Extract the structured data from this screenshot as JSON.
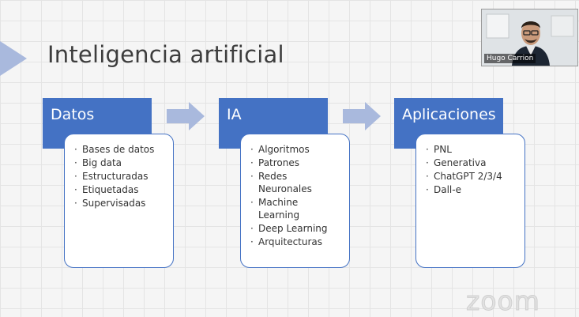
{
  "slide": {
    "title": "Inteligencia artificial",
    "columns": [
      {
        "header": "Datos",
        "items": [
          "Bases de datos",
          "Big data",
          "Estructuradas",
          "Etiquetadas",
          "Supervisadas"
        ]
      },
      {
        "header": "IA",
        "items": [
          "Algoritmos",
          "Patrones",
          "Redes Neuronales",
          "Machine Learning",
          "Deep Learning",
          "Arquitecturas"
        ]
      },
      {
        "header": "Aplicaciones",
        "items": [
          "PNL",
          "Generativa",
          "ChatGPT 2/3/4",
          "Dall-e"
        ]
      }
    ]
  },
  "video": {
    "participant_name": "Hugo Carrion",
    "watermark": "zoom"
  },
  "colors": {
    "accent": "#4472c4",
    "arrow": "#a9b9dd"
  }
}
